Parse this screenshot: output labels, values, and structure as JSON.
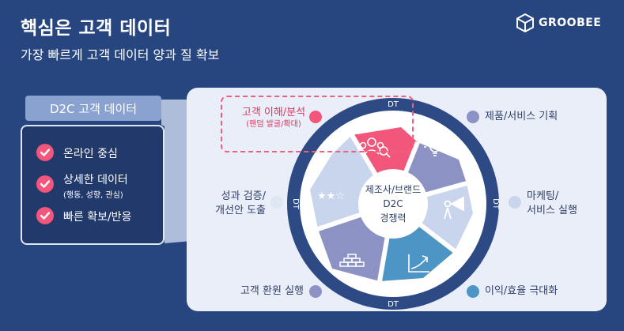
{
  "header": {
    "title": "핵심은 고객 데이터",
    "subtitle": "가장 빠르게 고객 데이터 양과 질 확보",
    "logo_text": "GROOBEE"
  },
  "left_panel": {
    "tab_label": "D2C 고객 데이터",
    "items": [
      {
        "label": "온라인 중심",
        "sub": ""
      },
      {
        "label": "상세한 데이터",
        "sub": "(행동, 성향, 관심)"
      },
      {
        "label": "빠른 확보/반응",
        "sub": ""
      }
    ]
  },
  "cycle": {
    "center_lines": [
      "제조사/브랜드",
      "D2C",
      "경쟁력"
    ],
    "ring_labels": [
      "DT",
      "DT",
      "DT",
      "DT"
    ],
    "steps": [
      {
        "label": "고객 이해/분석",
        "sub": "(팬덤 발굴/확대)",
        "icon": "customer-analysis-icon",
        "color": "#f2567a"
      },
      {
        "label": "제품/서비스 기획",
        "icon": "lightbulb-icon",
        "color": "#8c93c4"
      },
      {
        "label": "마케팅/",
        "label2": "서비스 실행",
        "icon": "megaphone-icon",
        "color": "#c9d5ec"
      },
      {
        "label": "이익/효율 극대화",
        "icon": "growth-chart-icon",
        "color": "#4d95c5"
      },
      {
        "label": "고객 환원 실행",
        "icon": "gold-bars-icon",
        "color": "#8c93c4"
      },
      {
        "label": "성과 검증/",
        "label2": "개선안 도출",
        "icon": "stars-icon",
        "color": "#c9d5ec"
      }
    ]
  },
  "colors": {
    "background": "#27467f",
    "accent_red": "#f2567a",
    "ring_navy": "#2d4a85",
    "panel": "#e9eef8"
  }
}
